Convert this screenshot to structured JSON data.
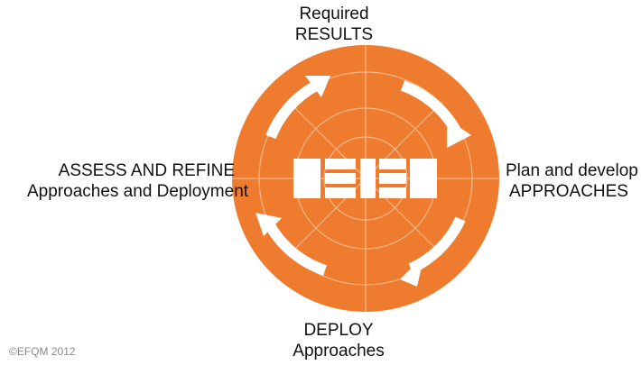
{
  "colors": {
    "disc": "#ef7b2f",
    "lines": "#f6b889",
    "arrows": "#ffffff",
    "text": "#111111",
    "copyright": "#8a8a8a"
  },
  "phases": {
    "results": {
      "line1": "Required",
      "line2": "RESULTS"
    },
    "approaches": {
      "line1": "Plan and develop",
      "line2": "APPROACHES"
    },
    "deploy": {
      "line1": "DEPLOY",
      "line2": "Approaches"
    },
    "assess": {
      "line1": "ASSESS AND REFINE",
      "line2": "Approaches and Deployment"
    }
  },
  "arrows": [
    {
      "name": "arrow-results-to-approaches",
      "direction": "clockwise"
    },
    {
      "name": "arrow-approaches-to-deploy",
      "direction": "clockwise"
    },
    {
      "name": "arrow-deploy-to-assess",
      "direction": "clockwise"
    },
    {
      "name": "arrow-assess-to-results",
      "direction": "clockwise"
    }
  ],
  "center_icon": "radar-logo-icon",
  "copyright": "©EFQM 2012"
}
